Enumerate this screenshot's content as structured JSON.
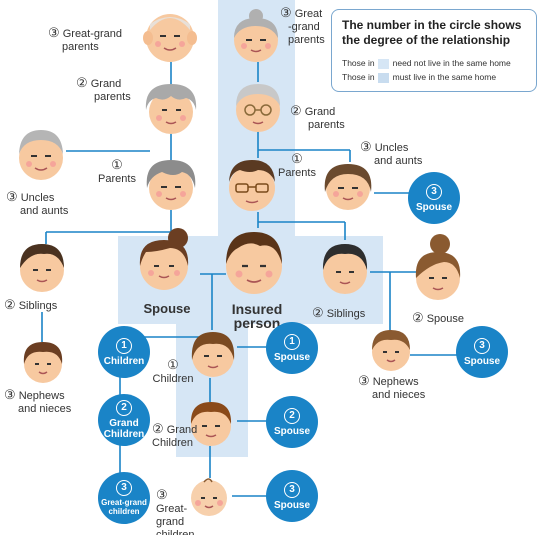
{
  "legend": {
    "title_line1": "The number in the circle shows",
    "title_line2": "the degree of the relationship",
    "row1_prefix": "Those in",
    "row1_suffix": "need not live in the same home",
    "row2_prefix": "Those in",
    "row2_suffix": "must live in the same home",
    "color_need_not": "#d6e6f5",
    "color_must": "#c8dcef"
  },
  "colors": {
    "circle": "#1a84c7",
    "shade": "#d6e6f5",
    "line": "#1a84c7"
  },
  "degree_symbols": {
    "d1": "①",
    "d2": "②",
    "d3": "③"
  },
  "labels": {
    "ggp_left": {
      "deg": "③",
      "line1": "Great-grand",
      "line2": "parents"
    },
    "gp_left": {
      "deg": "②",
      "line1": "Grand",
      "line2": "parents"
    },
    "parents_left": {
      "deg": "①",
      "line1": "Parents"
    },
    "uncles_left": {
      "deg": "③",
      "line1": "Uncles",
      "line2": "and aunts"
    },
    "siblings_left": {
      "deg": "②",
      "line1": "Siblings"
    },
    "nephews_left": {
      "deg": "③",
      "line1": "Nephews",
      "line2": "and nieces"
    },
    "spouse_main": "Spouse",
    "insured_line1": "Insured",
    "insured_line2": "person",
    "ggp_right": {
      "deg": "③",
      "line1": "Great",
      "line2": "-grand",
      "line3": "parents"
    },
    "gp_right": {
      "deg": "②",
      "line1": "Grand",
      "line2": "parents"
    },
    "parents_right": {
      "deg": "①",
      "line1": "Parents"
    },
    "uncles_right": {
      "deg": "③",
      "line1": "Uncles",
      "line2": "and aunts"
    },
    "siblings_right": {
      "deg": "②",
      "line1": "Siblings"
    },
    "spouse_sibling": {
      "deg": "②",
      "line1": "Spouse"
    },
    "nephews_right": {
      "deg": "③",
      "line1": "Nephews",
      "line2": "and nieces"
    },
    "children_mid": {
      "deg": "①",
      "line1": "Children"
    },
    "grandchildren_mid": {
      "deg": "②",
      "line1": "Grand",
      "line2": "Children"
    },
    "greatgrand_mid": {
      "deg": "③",
      "line1": "Great-",
      "line2": "grand",
      "line3": "children"
    }
  },
  "circles": {
    "children": {
      "num": "1",
      "text": "Children"
    },
    "grandchildren": {
      "num": "2",
      "text1": "Grand",
      "text2": "Children"
    },
    "greatgrandchildren": {
      "num": "3",
      "text1": "Great-grand",
      "text2": "children"
    },
    "spouse_uncles": {
      "num": "3",
      "text": "Spouse"
    },
    "spouse_nephews": {
      "num": "3",
      "text": "Spouse"
    },
    "spouse_children": {
      "num": "1",
      "text": "Spouse"
    },
    "spouse_grandchildren": {
      "num": "2",
      "text": "Spouse"
    },
    "spouse_greatgrand": {
      "num": "3",
      "text": "Spouse"
    }
  }
}
